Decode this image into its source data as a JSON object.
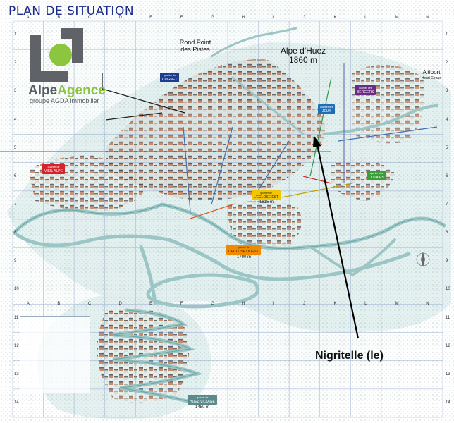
{
  "title": "PLAN DE SITUATION",
  "logo": {
    "name_part1": "Alpe",
    "name_part2": "Agence",
    "subtitle": "groupe AGDA immobilier",
    "colors": {
      "gray": "#555c63",
      "green": "#8cc63f"
    }
  },
  "callout": {
    "label": "Nigritelle (le)",
    "arrow_color": "#000000"
  },
  "places": {
    "rond_point_line1": "Rond Point",
    "rond_point_line2": "des Pistes",
    "alpe_dhuez": "Alpe d'Huez",
    "alpe_dhuez_alt": "1860 m",
    "altiport": "Altiport",
    "altiport_sub": "Henri Giraud"
  },
  "quarters": {
    "cognet": {
      "label": "COGNET",
      "small": "quartier du",
      "color": "#1e3d8f"
    },
    "jeux": {
      "label": "JEUX",
      "small": "quartier des",
      "color": "#1e6fb5"
    },
    "bergers": {
      "label": "BERGERS",
      "small": "quartier des",
      "color": "#6a2a86"
    },
    "vieil_alpe": {
      "label": "VIEIL ALPE",
      "small": "quartier du",
      "color": "#d4232a"
    },
    "outairs": {
      "label": "OUTAIRS",
      "small": "quartier des",
      "color": "#3a9d3a"
    },
    "eclose_est": {
      "label": "L'ECLOSE EST",
      "small": "quartier de",
      "color": "#f2c500",
      "alt": "1815 m"
    },
    "eclose_ouest": {
      "label": "L'ECLOSE OUEST",
      "small": "quartier de",
      "color": "#f08a00",
      "alt": "1790 m"
    },
    "huez_village": {
      "label": "HUEZ VILLAGE",
      "small": "quartier de",
      "color": "#5a8a8a",
      "alt": "1450 m"
    }
  },
  "grid": {
    "columns": [
      "A",
      "B",
      "C",
      "D",
      "E",
      "F",
      "G",
      "H",
      "I",
      "J",
      "K",
      "L",
      "M",
      "N"
    ],
    "rows": [
      "1",
      "2",
      "3",
      "4",
      "5",
      "6",
      "7",
      "8",
      "9",
      "10",
      "11",
      "12",
      "13",
      "14"
    ]
  },
  "colors": {
    "snow": "#e9f3f3",
    "road": "#8fbcbc",
    "road_dark": "#5f9c9c",
    "grid": "#8aa0c8",
    "buildings": "#b36b4a",
    "roofs": "#4a4a52",
    "trees": "#3f5f4f"
  }
}
